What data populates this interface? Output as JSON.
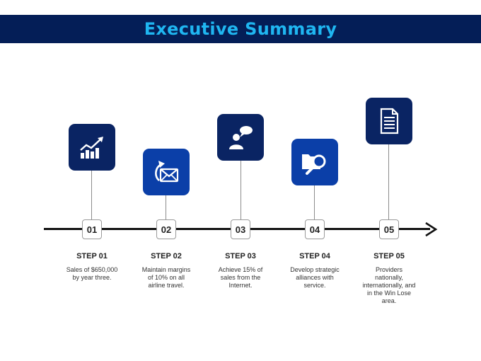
{
  "header": {
    "title": "Executive Summary"
  },
  "colors": {
    "header_bg": "#041E57",
    "title": "#1FB6F1",
    "dark_box": "#0A2463",
    "bright_box": "#0B3FA8"
  },
  "steps": [
    {
      "number": "01",
      "label": "STEP 01",
      "description": "Sales of $650,000 by year three.",
      "icon": "growth-chart-icon"
    },
    {
      "number": "02",
      "label": "STEP 02",
      "description": "Maintain margins of 10% on all airline travel.",
      "icon": "reply-mail-icon"
    },
    {
      "number": "03",
      "label": "STEP 03",
      "description": "Achieve 15% of sales from the Internet.",
      "icon": "person-speech-icon"
    },
    {
      "number": "04",
      "label": "STEP 04",
      "description": "Develop strategic alliances with service.",
      "icon": "folder-search-icon"
    },
    {
      "number": "05",
      "label": "STEP 05",
      "description": "Providers nationally, internationally, and in the Win Lose area.",
      "icon": "document-icon"
    }
  ]
}
